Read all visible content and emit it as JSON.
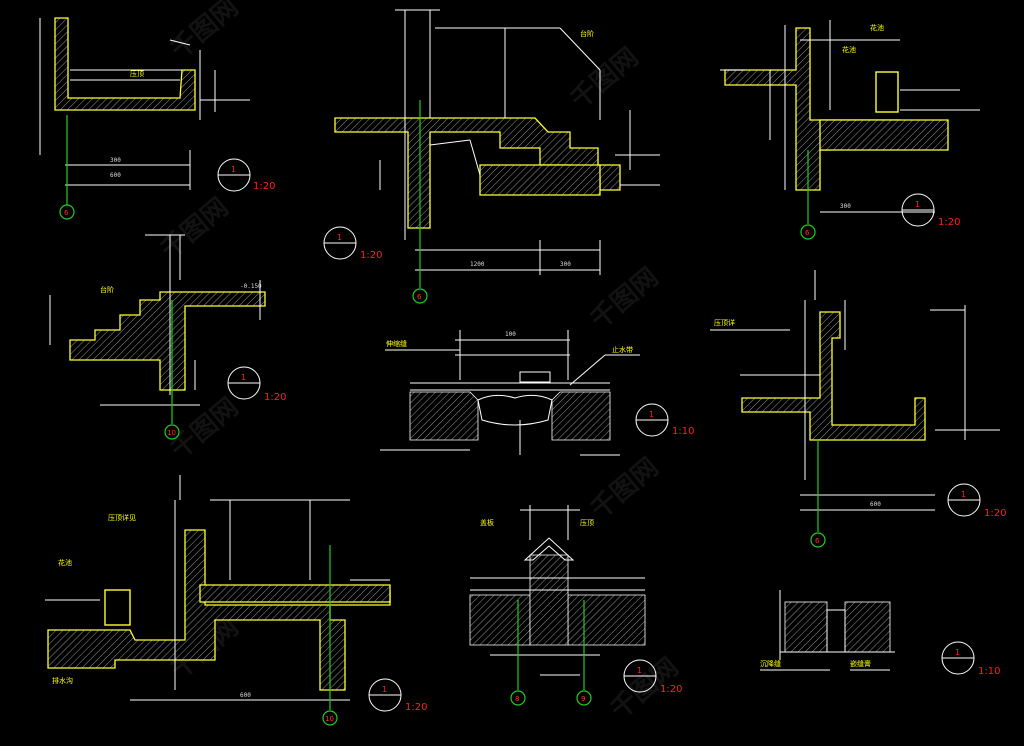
{
  "watermark": "千图网",
  "details": [
    {
      "id": "d1",
      "scale": "1:20",
      "marker": "1",
      "axis": "6",
      "label": "压顶"
    },
    {
      "id": "d2",
      "scale": "1:20",
      "marker": "1",
      "axis": "6",
      "label": "台阶"
    },
    {
      "id": "d3",
      "scale": "1:20",
      "marker": "1",
      "axis": "6",
      "label": "花池",
      "label2": "花池"
    },
    {
      "id": "d4",
      "scale": "1:20",
      "marker": "1",
      "axis": "10",
      "label": "台阶"
    },
    {
      "id": "d5",
      "scale": "1:10",
      "marker": "1",
      "label": "伸缩缝",
      "label2": "止水带"
    },
    {
      "id": "d6",
      "scale": "1:20",
      "marker": "1",
      "axis": "6",
      "label": "压顶详"
    },
    {
      "id": "d7",
      "scale": "1:20",
      "marker": "1",
      "axis": "10",
      "label": "压顶详见",
      "label2": "花池",
      "label3": "排水沟"
    },
    {
      "id": "d8",
      "scale": "1:20",
      "marker": "1",
      "axis_a": "8",
      "axis_b": "9",
      "label": "盖板",
      "label2": "压顶"
    },
    {
      "id": "d9",
      "scale": "1:10",
      "marker": "1",
      "label": "沉降缝",
      "label2": "嵌缝膏"
    }
  ]
}
